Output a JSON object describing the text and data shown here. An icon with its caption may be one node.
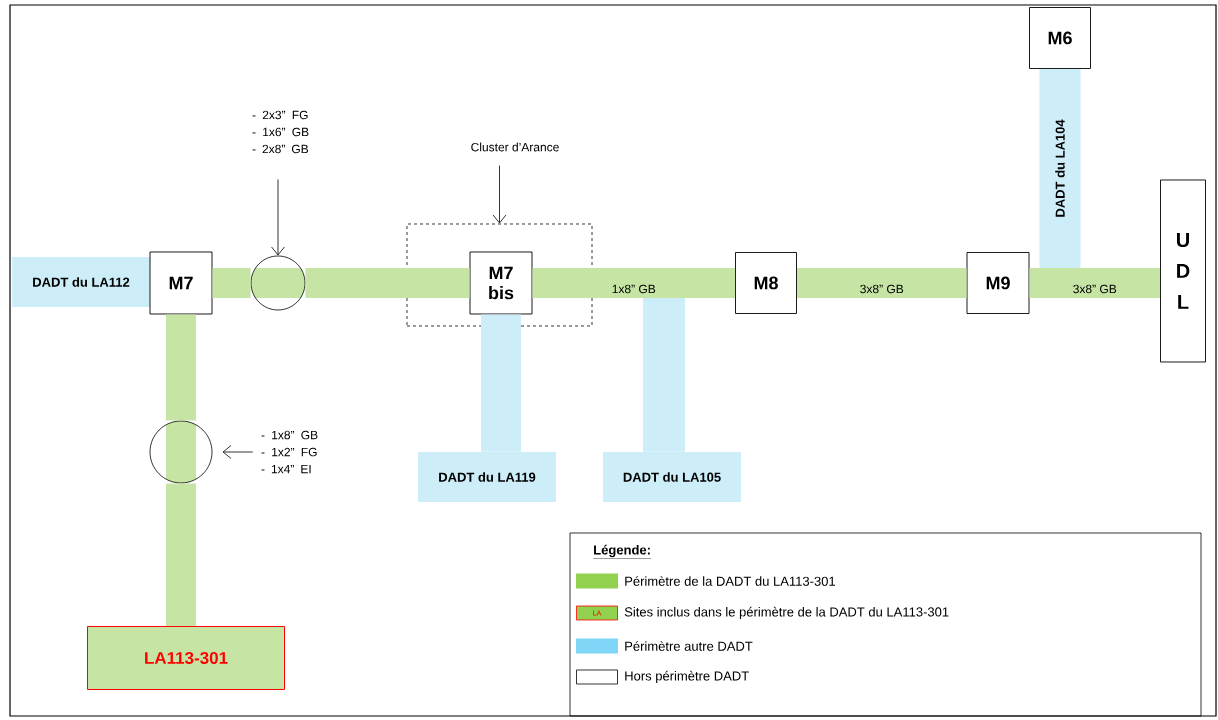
{
  "diagram": {
    "nodes": [
      {
        "text": [
          "DADT du LA112"
        ]
      },
      {
        "text": [
          "M7"
        ]
      },
      {
        "text": [
          "- 2x3” FG - 1x6” GB - 2x8” GB"
        ]
      },
      {
        "text": [],
        "shape": "circle"
      },
      {
        "text": [
          "Cluster d’Arance"
        ]
      },
      {
        "text": [],
        "shape": "box"
      },
      {
        "text": [
          "M7 bis"
        ],
        "in": 5
      },
      {
        "text": [
          "M8"
        ]
      },
      {
        "text": [
          "M9"
        ]
      },
      {
        "text": [
          "M6"
        ]
      },
      {
        "text": [
          "U D L"
        ]
      },
      {
        "text": [],
        "shape": "circle"
      },
      {
        "text": [
          "- 1x8” GB - 1x2” FG - 1x4” EI"
        ]
      },
      {
        "text": [
          "DADT du LA119"
        ]
      },
      {
        "text": [
          "DADT du LA105"
        ]
      },
      {
        "text": [
          "LA113-301"
        ]
      }
    ],
    "edges": [
      {
        "from": 1,
        "to": 3,
        "arrow": "none"
      },
      {
        "from": 3,
        "to": 6,
        "arrow": "none"
      },
      {
        "from": 6,
        "to": 7,
        "arrow": "none",
        "label": "1x8” GB"
      },
      {
        "from": 7,
        "to": 8,
        "arrow": "none",
        "label": "3x8” GB"
      },
      {
        "from": 8,
        "to": 10,
        "arrow": "none",
        "label": "3x8” GB"
      },
      {
        "from": 1,
        "to": 11,
        "arrow": "none"
      },
      {
        "from": 11,
        "to": 15,
        "arrow": "none"
      },
      {
        "from": 6,
        "to": 13,
        "arrow": "none",
        "color": "#cdeef9"
      },
      {
        "from": null,
        "to": 14,
        "arrow": "none",
        "color": "#cdeef9"
      },
      {
        "from": 9,
        "to": null,
        "arrow": "none",
        "color": "#cdeef9",
        "label": "DADT du LA104"
      },
      {
        "from": 2,
        "to": 3,
        "arrow": "to",
        "color": "#000000"
      },
      {
        "from": 4,
        "to": 5,
        "arrow": "to",
        "color": "#000000"
      },
      {
        "from": 12,
        "to": 11,
        "arrow": "to",
        "color": "#000000"
      }
    ],
    "labels": [
      "Légende:",
      "LA"
    ],
    "legend": [
      {
        "text": "Périmètre de la DADT du LA113-301",
        "color": "#92d050"
      },
      {
        "text": "Sites inclus dans le périmètre de la DADT du LA113-301"
      },
      {
        "text": "Périmètre autre DADT",
        "color": "#80d6f6"
      },
      {
        "text": "Hors périmètre DADT"
      }
    ]
  }
}
